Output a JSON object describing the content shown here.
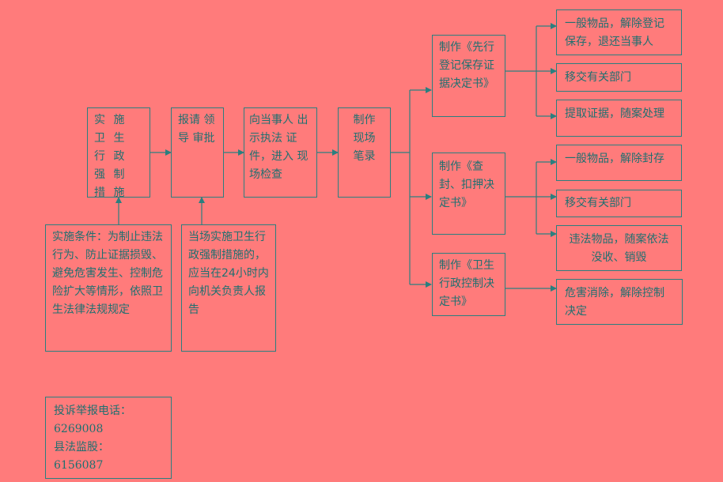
{
  "colors": {
    "background": "#FF7B7B",
    "line": "#2A7F7F",
    "text": "#1F7070"
  },
  "flow": {
    "step1": "实 施 卫 生 行 政 强 制 措 施",
    "step2": "报请 领导 审批",
    "step3": "向当事人 出示执法 证件，进入 现场检查",
    "step4": "制作 现场 笔录"
  },
  "conditions": {
    "condition": "实施条件：为制止违法行为、防止证据损毁、避免危害发生、控制危险扩大等情形，依照卫生法律法规规定",
    "onsite": "当场实施卫生行政强制措施的，应当在24小时内向机关负责人报告"
  },
  "branches": {
    "b1": {
      "label": "制作《先行登记保存证据决定书》",
      "outcomes": [
        "一般物品，解除登记保存，退还当事人",
        "移交有关部门",
        "提取证据，随案处理"
      ]
    },
    "b2": {
      "label": "制作《查封、扣押决定书》",
      "outcomes": [
        "一般物品，解除封存",
        "移交有关部门",
        "违法物品，随案依法没收、销毁"
      ]
    },
    "b3": {
      "label": "制作《卫生行政控制决定书》",
      "outcomes": [
        "危害消除，解除控制决定"
      ]
    }
  },
  "contact": {
    "complaint_label": "投诉举报电话：",
    "complaint_phone": "6269008",
    "bureau_label": "县法监股：",
    "bureau_phone": "6156087"
  }
}
